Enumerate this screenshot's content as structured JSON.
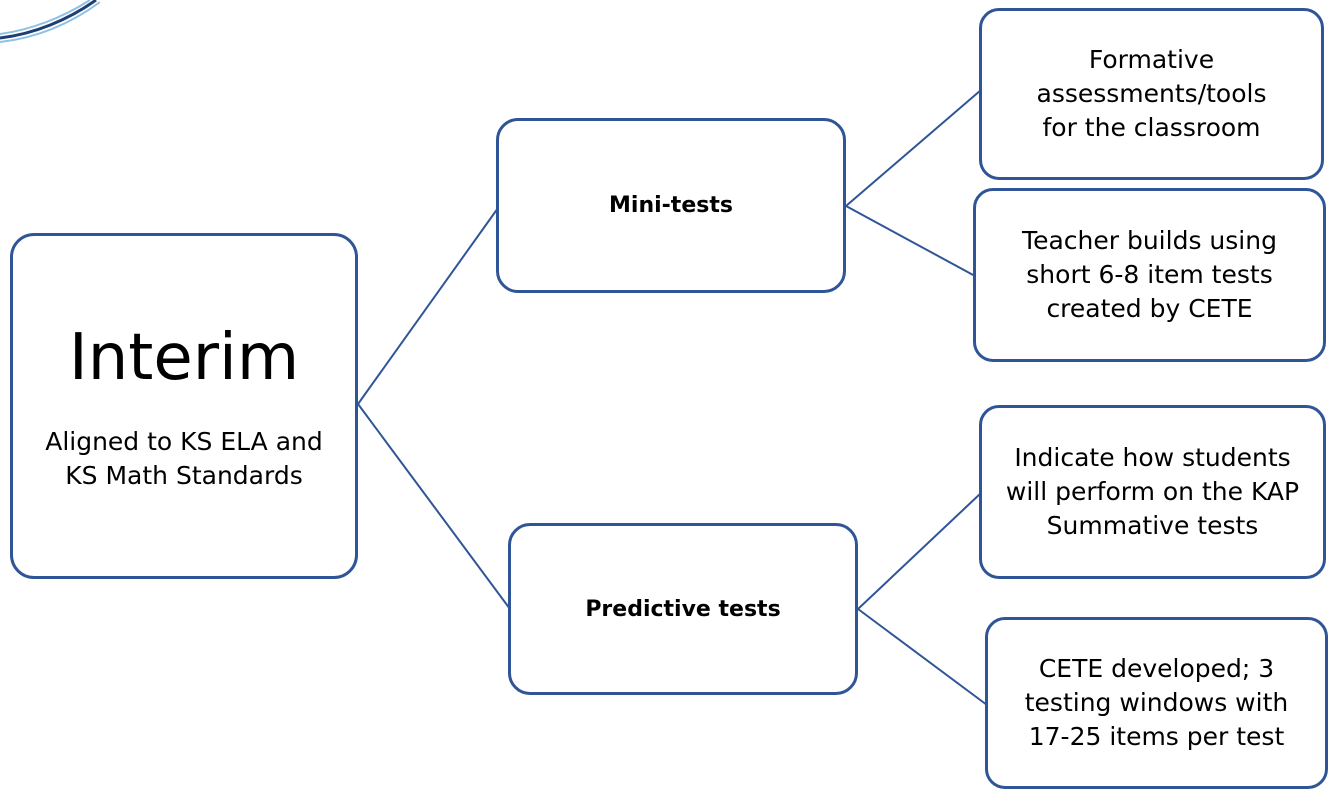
{
  "colors": {
    "stroke": "#2F5597",
    "background": "#ffffff",
    "text": "#000000",
    "logo_light": "#8FC1E3",
    "logo_dark": "#1F3F73"
  },
  "logo": {
    "icon": "swoosh-logo-fragment"
  },
  "root": {
    "title": "Interim",
    "subtitle": "Aligned to KS ELA and KS Math Standards"
  },
  "branches": [
    {
      "label": "Mini-tests",
      "children": [
        "Formative assessments/tools for the classroom",
        "Teacher builds using short 6-8 item tests created by CETE"
      ]
    },
    {
      "label": "Predictive tests",
      "children": [
        "Indicate how students will perform on the KAP Summative tests",
        "CETE developed; 3 testing windows with 17-25 items per test"
      ]
    }
  ]
}
